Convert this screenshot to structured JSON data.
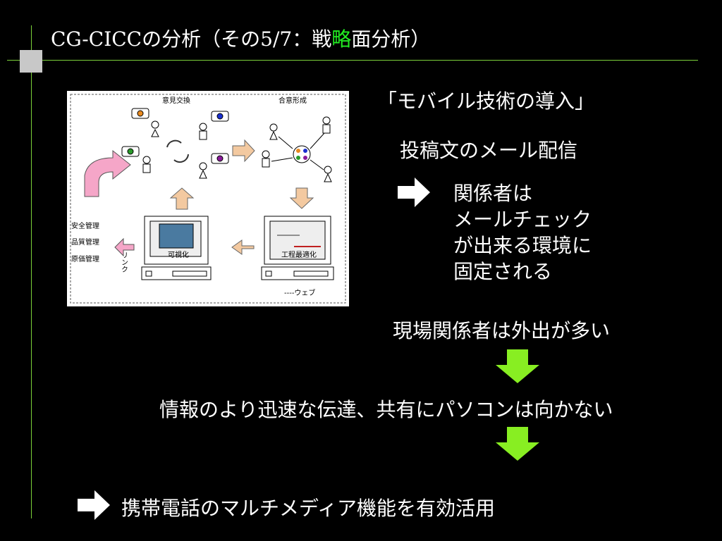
{
  "slide": {
    "title_latin": "CG-CICC",
    "title_part1": "の分析（その",
    "title_number": "5/7",
    "title_part2": "：戦",
    "title_highlight": "略",
    "title_part3": "面分析）",
    "subtitle": "「モバイル技術の導入」",
    "point1": "投稿文のメール配信",
    "arrow_text_lines": [
      "関係者は",
      "メールチェック",
      "が出来る環境に",
      "固定される"
    ],
    "point2": "現場関係者は外出が多い",
    "point3": "情報のより迅速な伝達、共有にパソコンは向かない",
    "conclusion": "携帯電話のマルチメディア機能を有効活用",
    "accent_color": "#22ee22",
    "arrow_down_color": "#88ee22"
  },
  "figure": {
    "label_opinion": "意見交換",
    "label_consensus": "合意形成",
    "label_safety": "安全管理",
    "label_quality": "品質管理",
    "label_cost": "原価管理",
    "label_link": "リンク",
    "label_visualize": "可視化",
    "label_process": "工程最適化",
    "label_web": "----ウェブ"
  }
}
